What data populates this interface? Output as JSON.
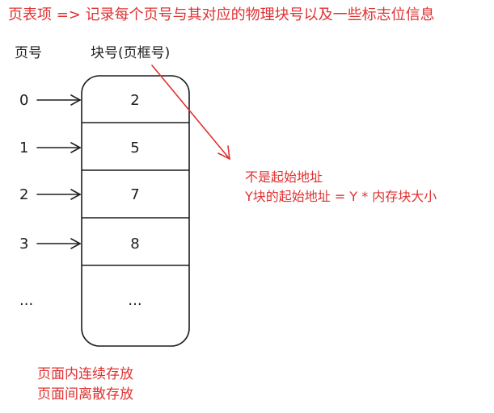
{
  "title": "页表项 => 记录每个页号与其对应的物理块号以及一些标志位信息",
  "headers": {
    "page_number": "页号",
    "block_number": "块号(页框号)"
  },
  "rows": [
    {
      "page": "0",
      "block": "2"
    },
    {
      "page": "1",
      "block": "5"
    },
    {
      "page": "2",
      "block": "7"
    },
    {
      "page": "3",
      "block": "8"
    },
    {
      "page": "...",
      "block": "..."
    }
  ],
  "annotation": {
    "line1": "不是起始地址",
    "line2": "Y块的起始地址 = Y * 内存块大小"
  },
  "footer": {
    "line1": "页面内连续存放",
    "line2": "页面间离散存放"
  },
  "colors": {
    "accent": "#e03131",
    "ink": "#1e1e1e"
  }
}
